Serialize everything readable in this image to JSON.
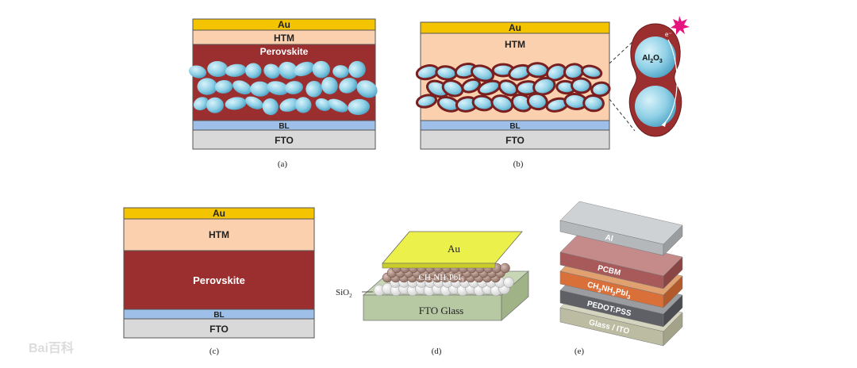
{
  "panels": {
    "a": {
      "caption": "(a)",
      "layers": {
        "au": "Au",
        "htm": "HTM",
        "perovskite": "Perovskite",
        "bl": "BL",
        "fto": "FTO"
      }
    },
    "b": {
      "caption": "(b)",
      "layers": {
        "au": "Au",
        "htm": "HTM",
        "bl": "BL",
        "fto": "FTO"
      },
      "inset": {
        "material_base": "Al",
        "sub1": "2",
        "mid": "O",
        "sub2": "3",
        "electron": "e⁻"
      }
    },
    "c": {
      "caption": "(c)",
      "layers": {
        "au": "Au",
        "htm": "HTM",
        "perovskite": "Perovskite",
        "bl": "BL",
        "fto": "FTO"
      }
    },
    "d": {
      "caption": "(d)",
      "layers": {
        "au": "Au",
        "perovskite_parts": [
          "CH",
          "3",
          "NH",
          "3",
          "PbI",
          "3"
        ],
        "substrate": "FTO Glass"
      },
      "callout": {
        "base": "SiO",
        "sub": "2"
      }
    },
    "e": {
      "caption": "(e)",
      "layers": {
        "al": "Al",
        "pcbm": "PCBM",
        "perovskite_parts": [
          "CH",
          "3",
          "NH",
          "3",
          "PbI",
          "3"
        ],
        "pedot": "PEDOT:PSS",
        "glass": "Glass / ITO"
      }
    }
  },
  "colors": {
    "au": "#f5c400",
    "htm": "#fbd0ae",
    "perovskite": "#9b2f2f",
    "bl": "#9ec0e8",
    "fto": "#d9d9d9",
    "particle": "#8fd0e6",
    "al": "#c4c7ca",
    "pcbm": "#a85a5a",
    "mapbi": "#d9703a",
    "pedot": "#6f6f75",
    "ito": "#bcbca3"
  },
  "watermark": "Bai百科"
}
